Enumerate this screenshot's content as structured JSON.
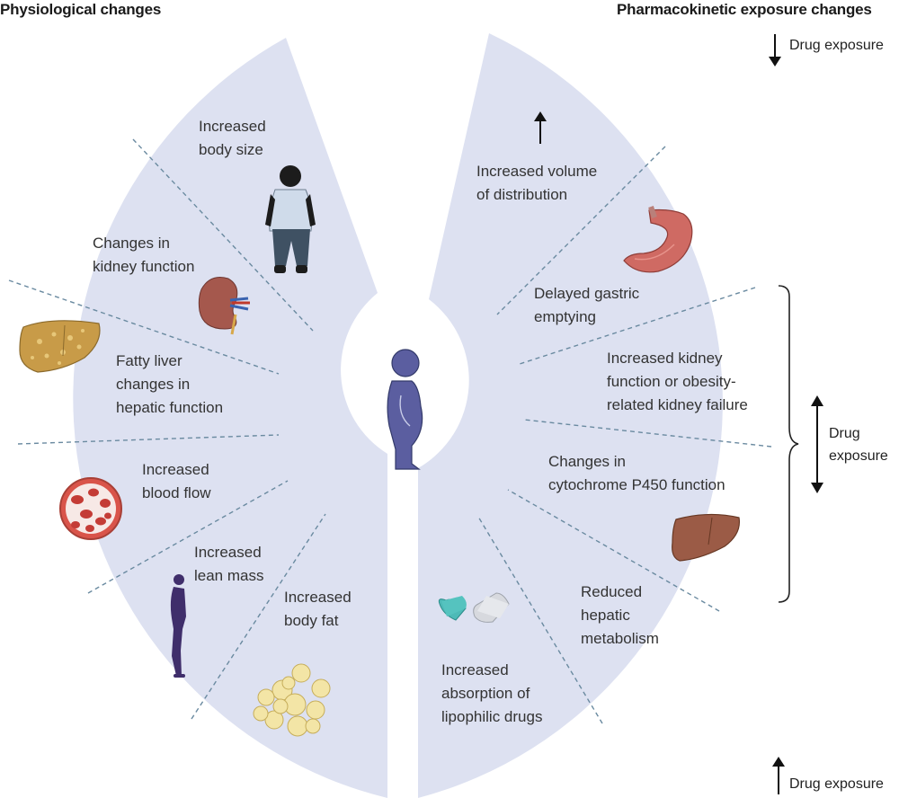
{
  "headings": {
    "left": "Physiological changes",
    "right": "Pharmacokinetic exposure changes"
  },
  "legend": {
    "top_right": "Drug exposure",
    "side_right_line1": "Drug",
    "side_right_line2": "exposure",
    "bottom_right": "Drug exposure"
  },
  "physiological": {
    "body_size": [
      "Increased",
      "body size"
    ],
    "kidney": [
      "Changes in",
      "kidney function"
    ],
    "liver": [
      "Fatty liver",
      "changes in",
      "hepatic function"
    ],
    "blood_flow": [
      "Increased",
      "blood flow"
    ],
    "lean_mass": [
      "Increased",
      "lean mass"
    ],
    "body_fat": [
      "Increased",
      "body fat"
    ]
  },
  "pharmacokinetic": {
    "volume": [
      "Increased volume",
      "of distribution"
    ],
    "gastric": [
      "Delayed gastric",
      "emptying"
    ],
    "kidney": [
      "Increased kidney",
      "function or obesity-",
      "related kidney failure"
    ],
    "cyp": [
      "Changes in",
      "cytochrome P450 function"
    ],
    "hepatic": [
      "Reduced",
      "hepatic",
      "metabolism"
    ],
    "absorption": [
      "Increased",
      "absorption of",
      "lipophilic drugs"
    ]
  },
  "colors": {
    "wheel": "#dde1f1",
    "center_figure": "#5b5ea0",
    "divider": "#6a8aa0"
  }
}
